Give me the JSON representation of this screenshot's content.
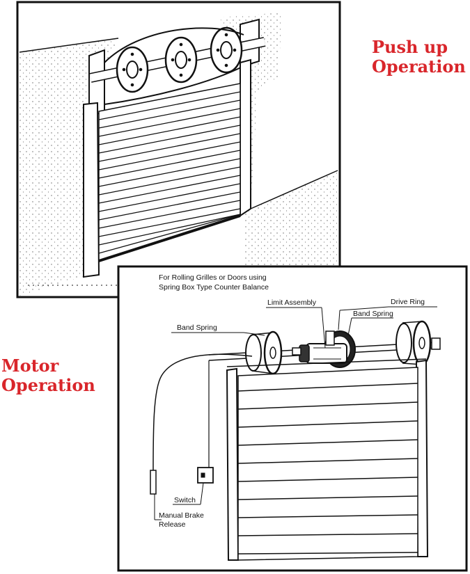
{
  "labels": {
    "push_up": "Push up\nOperation",
    "motor": "Motor\nOperation"
  },
  "motor_diagram": {
    "caption_line1": "For Rolling Grilles or Doors using",
    "caption_line2": "Spring Box Type Counter Balance",
    "limit_assembly": "Limit Assembly",
    "drive_ring": "Drive Ring",
    "band_spring_right": "Band Spring",
    "band_spring_left": "Band Spring",
    "switch": "Switch",
    "manual_brake_line1": "Manual Brake",
    "manual_brake_line2": "Release"
  },
  "colors": {
    "label_red": "#d9262b",
    "line": "#111111"
  }
}
